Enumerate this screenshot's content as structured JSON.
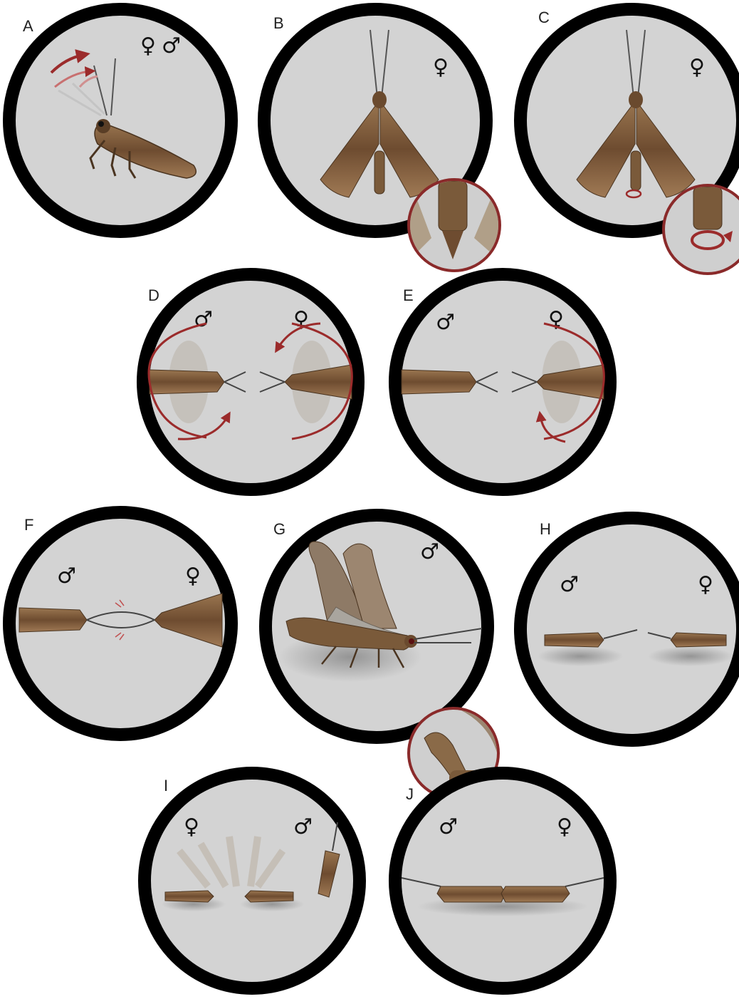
{
  "colors": {
    "panel_fill": "#d3d3d3",
    "panel_border": "#000000",
    "accent_arrow": "#9b2b2b",
    "moth_body": "#7a5a3a",
    "moth_wing": "#8b6a48"
  },
  "panels": [
    {
      "label": "A",
      "symbols": [
        "♀",
        "♂"
      ]
    },
    {
      "label": "B",
      "symbols": [
        "♀"
      ]
    },
    {
      "label": "C",
      "symbols": [
        "♀"
      ]
    },
    {
      "label": "D",
      "symbols": [
        "♂",
        "♀"
      ]
    },
    {
      "label": "E",
      "symbols": [
        "♂",
        "♀"
      ]
    },
    {
      "label": "F",
      "symbols": [
        "♂",
        "♀"
      ]
    },
    {
      "label": "G",
      "symbols": [
        "♂"
      ]
    },
    {
      "label": "H",
      "symbols": [
        "♂",
        "♀"
      ]
    },
    {
      "label": "I",
      "symbols": [
        "♀",
        "♂"
      ]
    },
    {
      "label": "J",
      "symbols": [
        "♂",
        "♀"
      ]
    }
  ]
}
